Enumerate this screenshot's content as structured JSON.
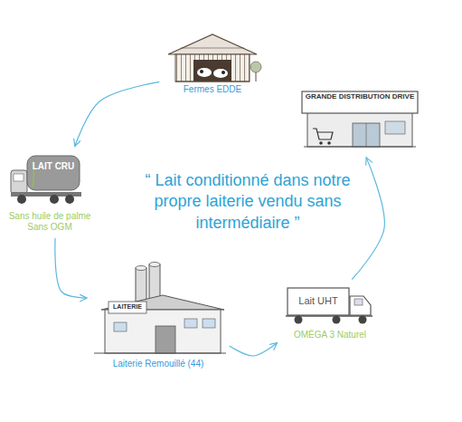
{
  "diagram": {
    "nodes": [
      {
        "text": [
          "Fermes EDDE"
        ]
      },
      {
        "text": [
          "LAIT CRU",
          "Sans huile de palme Sans OGM"
        ]
      },
      {
        "text": [
          "LAITERIE",
          "Laiterie Remouillé (44)"
        ]
      },
      {
        "text": [
          "Lait UHT",
          "OMÉGA 3 Naturel"
        ]
      },
      {
        "text": [
          "GRANDE DISTRIBUTION DRIVE"
        ]
      }
    ],
    "edges": [
      {
        "from": 0,
        "to": 1,
        "arrow": "to"
      },
      {
        "from": 1,
        "to": 2,
        "arrow": "to"
      },
      {
        "from": 2,
        "to": 3,
        "arrow": "to"
      },
      {
        "from": 3,
        "to": 4,
        "arrow": "to"
      }
    ],
    "labels": [
      "“ Lait conditionné dans notre propre laiterie vendu sans intermédiaire ”"
    ]
  }
}
